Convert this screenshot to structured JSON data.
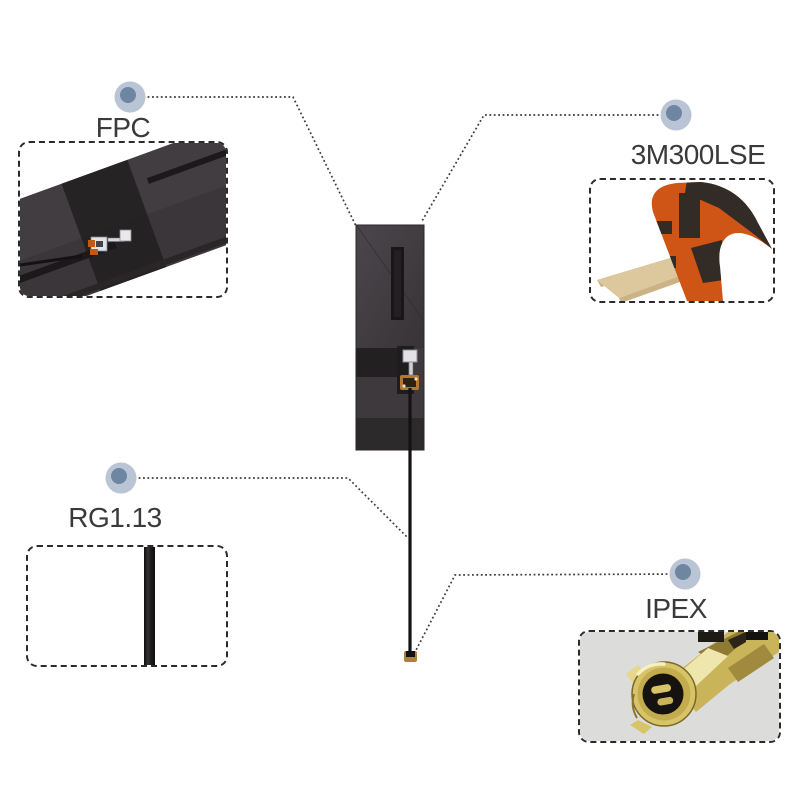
{
  "page": {
    "kind": "product-callout-figure",
    "background": "#ffffff"
  },
  "callouts": {
    "fpc": {
      "label": "FPC"
    },
    "adhesive": {
      "label": "3M300LSE"
    },
    "cable": {
      "label": "RG1.13"
    },
    "connector": {
      "label": "IPEX"
    }
  },
  "icons": {
    "callout_marker": "concentric-circle-dot"
  },
  "colors": {
    "label_text": "#3a3a3c",
    "marker_outer": "#b9c5d5",
    "marker_inner": "#6e86a2",
    "leader_line": "#3b3b3b",
    "box_border": "#2b2b2b",
    "antenna_body": "#3d393c",
    "antenna_dark_band": "#232021",
    "tape_orange": "#cf5517",
    "tape_print_black": "#332c26",
    "liner_tan": "#ddc79c",
    "connector_gold": "#d8c468",
    "cable_black": "#171415",
    "ipex_photo_bg": "#dcdcda"
  }
}
